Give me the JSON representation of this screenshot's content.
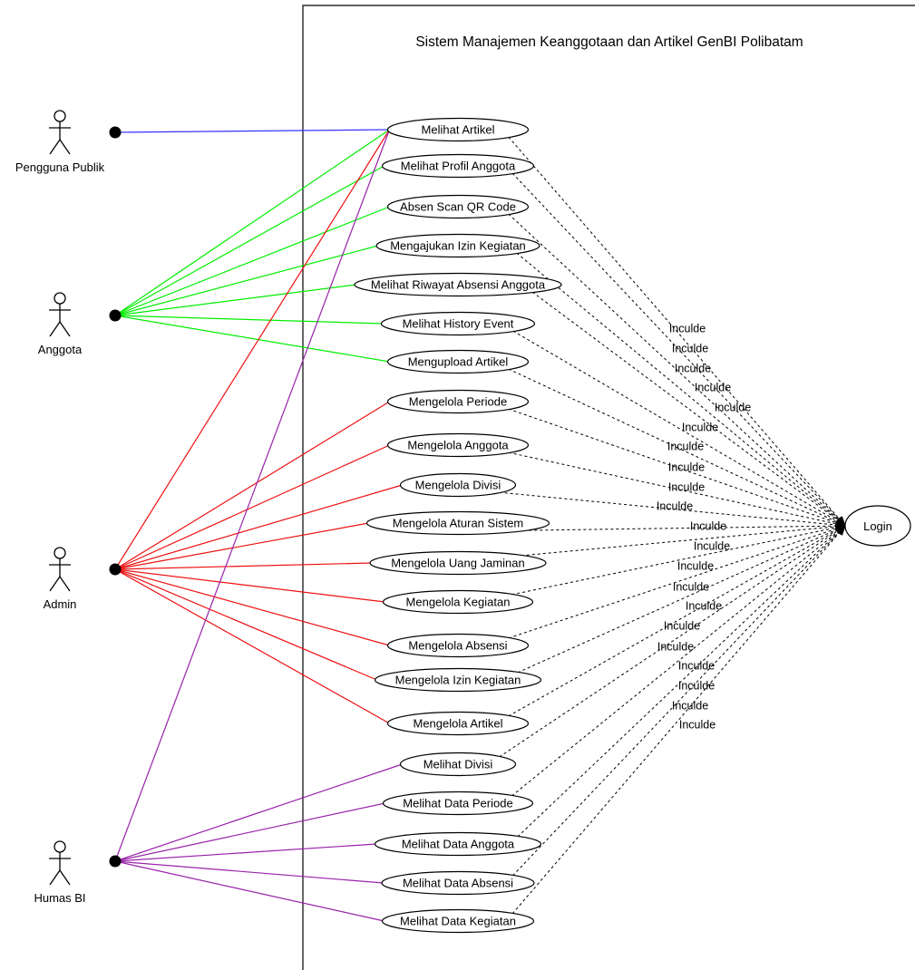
{
  "title": "Sistem Manajemen Keanggotaan dan Artikel GenBI Polibatam",
  "colors": {
    "publik": "#3333ff",
    "anggota": "#00ee00",
    "admin": "#ee1111",
    "humas": "#9922aa",
    "include_line": "#000000",
    "boundary": "#000000"
  },
  "actors": [
    {
      "id": "publik",
      "label": "Pengguna Publik"
    },
    {
      "id": "anggota",
      "label": "Anggota"
    },
    {
      "id": "admin",
      "label": "Admin"
    },
    {
      "id": "humas",
      "label": "Humas BI"
    }
  ],
  "usecases": [
    {
      "id": "uc01",
      "label": "Melihat Artikel"
    },
    {
      "id": "uc02",
      "label": "Melihat Profil Anggota"
    },
    {
      "id": "uc03",
      "label": "Absen Scan QR Code"
    },
    {
      "id": "uc04",
      "label": "Mengajukan Izin Kegiatan"
    },
    {
      "id": "uc05",
      "label": "Melihat Riwayat Absensi Anggota"
    },
    {
      "id": "uc06",
      "label": "Melihat History Event"
    },
    {
      "id": "uc07",
      "label": "Mengupload Artikel"
    },
    {
      "id": "uc08",
      "label": "Mengelola Periode"
    },
    {
      "id": "uc09",
      "label": "Mengelola Anggota"
    },
    {
      "id": "uc10",
      "label": "Mengelola Divisi"
    },
    {
      "id": "uc11",
      "label": "Mengelola Aturan Sistem"
    },
    {
      "id": "uc12",
      "label": "Mengelola Uang Jaminan"
    },
    {
      "id": "uc13",
      "label": "Mengelola Kegiatan"
    },
    {
      "id": "uc14",
      "label": "Mengelola Absensi"
    },
    {
      "id": "uc15",
      "label": "Mengelola Izin Kegiatan"
    },
    {
      "id": "uc16",
      "label": "Mengelola Artikel"
    },
    {
      "id": "uc17",
      "label": "Melihat Divisi"
    },
    {
      "id": "uc18",
      "label": "Melihat Data Periode"
    },
    {
      "id": "uc19",
      "label": "Melihat Data Anggota"
    },
    {
      "id": "uc20",
      "label": "Melihat Data Absensi"
    },
    {
      "id": "uc21",
      "label": "Melihat Data Kegiatan"
    }
  ],
  "login": {
    "id": "login",
    "label": "Login"
  },
  "include_labels": [
    "Inculde",
    "Inculde",
    "Inculde",
    "Inculde",
    "Inculde",
    "Inculde",
    "Inculde",
    "Inculde",
    "Inculde",
    "Inculde",
    "Inculde",
    "Inculde",
    "Inculde",
    "Inculde",
    "Inculde",
    "Inculde",
    "Inculde",
    "Inculde",
    "Inculde",
    "Inculde",
    "Inculde"
  ],
  "associations": [
    {
      "actor": "publik",
      "usecase": "uc01"
    },
    {
      "actor": "anggota",
      "usecase": "uc01"
    },
    {
      "actor": "anggota",
      "usecase": "uc02"
    },
    {
      "actor": "anggota",
      "usecase": "uc03"
    },
    {
      "actor": "anggota",
      "usecase": "uc04"
    },
    {
      "actor": "anggota",
      "usecase": "uc05"
    },
    {
      "actor": "anggota",
      "usecase": "uc06"
    },
    {
      "actor": "anggota",
      "usecase": "uc07"
    },
    {
      "actor": "admin",
      "usecase": "uc01"
    },
    {
      "actor": "admin",
      "usecase": "uc08"
    },
    {
      "actor": "admin",
      "usecase": "uc09"
    },
    {
      "actor": "admin",
      "usecase": "uc10"
    },
    {
      "actor": "admin",
      "usecase": "uc11"
    },
    {
      "actor": "admin",
      "usecase": "uc12"
    },
    {
      "actor": "admin",
      "usecase": "uc13"
    },
    {
      "actor": "admin",
      "usecase": "uc14"
    },
    {
      "actor": "admin",
      "usecase": "uc15"
    },
    {
      "actor": "admin",
      "usecase": "uc16"
    },
    {
      "actor": "humas",
      "usecase": "uc01"
    },
    {
      "actor": "humas",
      "usecase": "uc17"
    },
    {
      "actor": "humas",
      "usecase": "uc18"
    },
    {
      "actor": "humas",
      "usecase": "uc19"
    },
    {
      "actor": "humas",
      "usecase": "uc20"
    },
    {
      "actor": "humas",
      "usecase": "uc21"
    }
  ]
}
